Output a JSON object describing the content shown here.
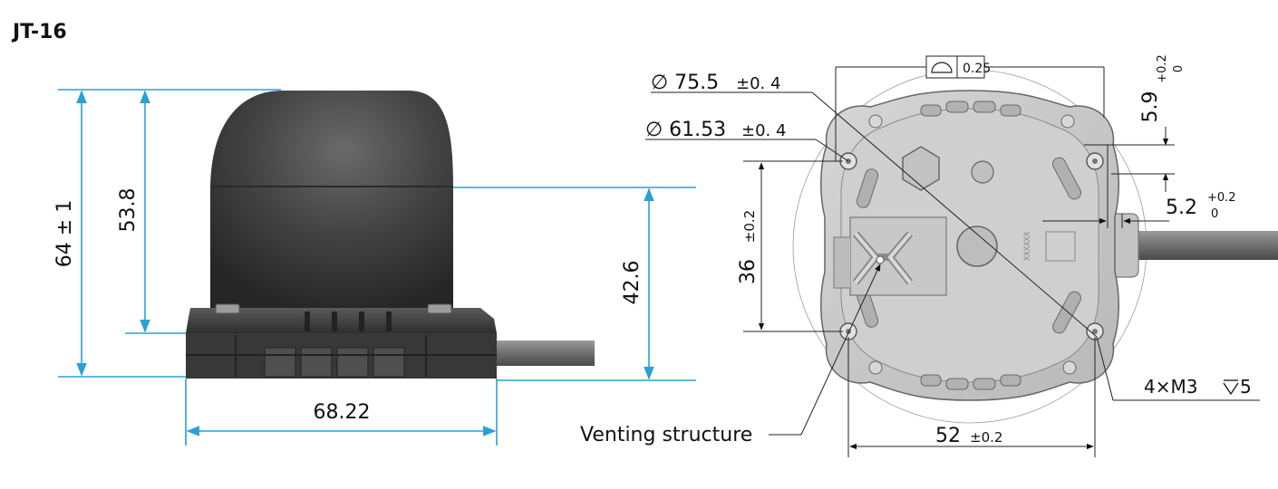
{
  "title": "JT-16",
  "side_view": {
    "total_height": "64 ± 1",
    "dome_height": "53.8",
    "body_height": "42.6",
    "base_width": "68.22"
  },
  "top_view": {
    "flatness_value": "0.25",
    "outer_diameter": "∅ 75.5",
    "outer_diameter_tol": "±0. 4",
    "inner_diameter": "∅ 61.53",
    "inner_diameter_tol": "±0. 4",
    "height_36": "36",
    "height_36_tol": "±0.2",
    "width_52": "52",
    "width_52_tol": "±0.2",
    "dim_5_9": "5.9",
    "dim_5_9_tol_upper": "+0.2",
    "dim_5_9_tol_lower": "0",
    "dim_5_2": "5.2",
    "dim_5_2_tol_upper": "+0.2",
    "dim_5_2_tol_lower": "0",
    "screw_label": "4×M3",
    "screw_depth": "5",
    "venting_label": "Venting structure",
    "chip_marking": "XXXXXX"
  },
  "colors": {
    "dimension_line": "#2a9fd8",
    "housing_dark": "#3a3a3a",
    "housing_light": "#c9c9c9",
    "text": "#111111"
  }
}
